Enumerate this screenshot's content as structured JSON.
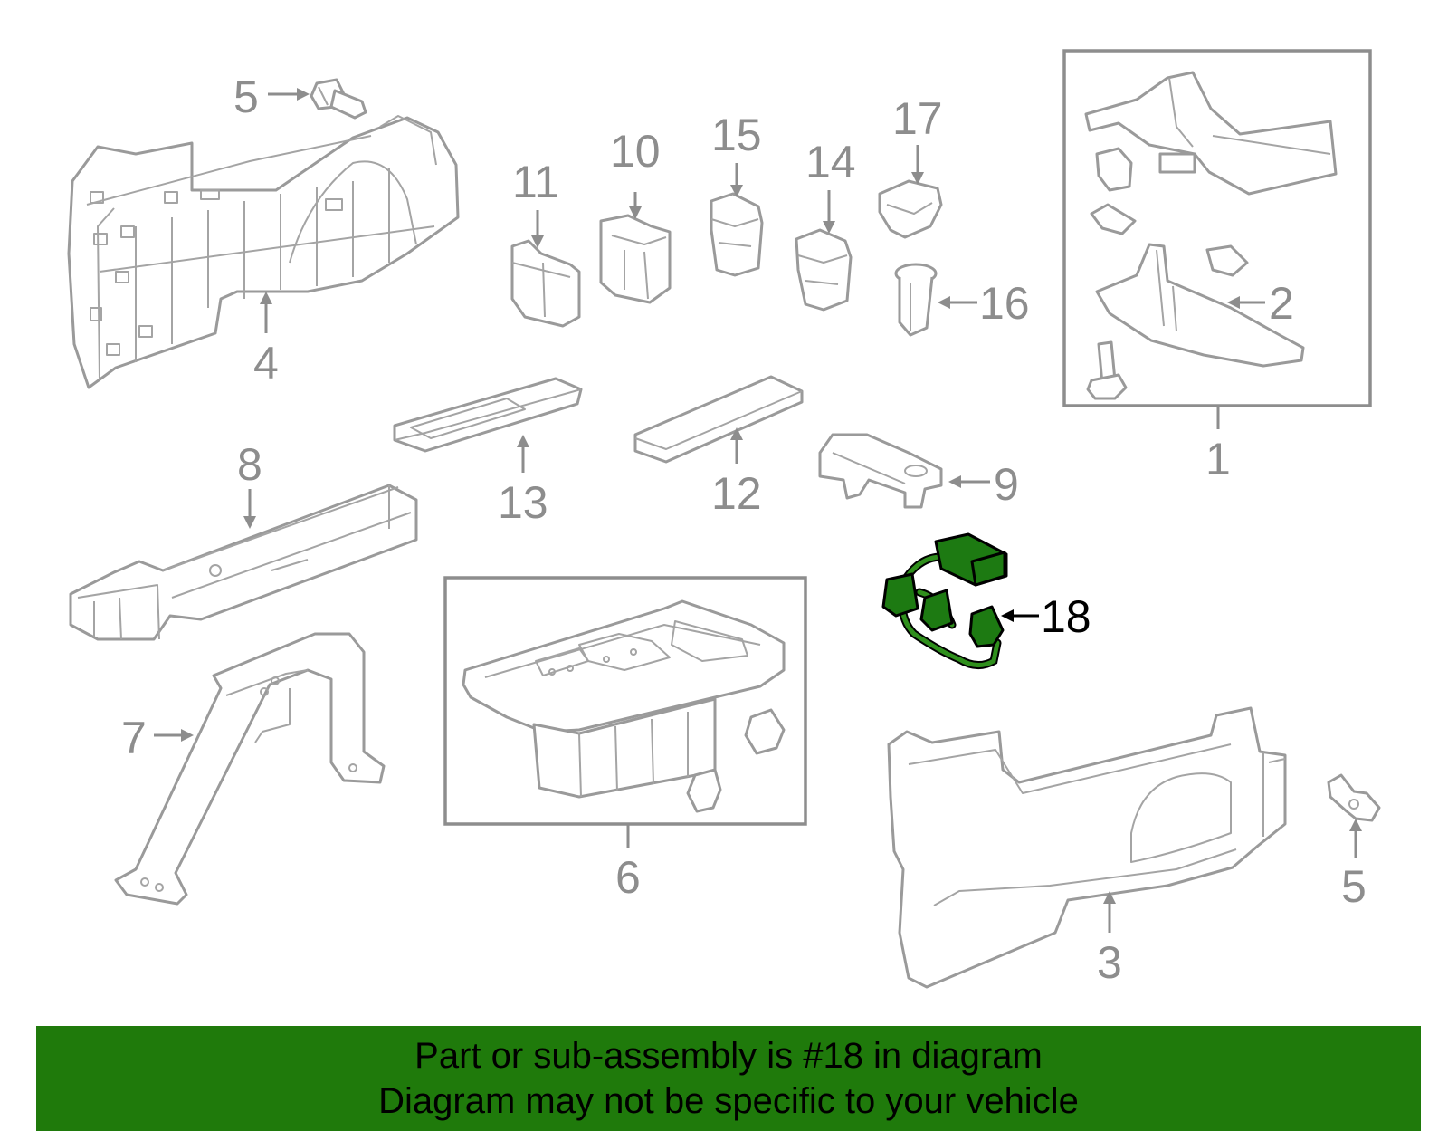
{
  "callouts": {
    "c1": "1",
    "c2": "2",
    "c3": "3",
    "c4": "4",
    "c5a": "5",
    "c5b": "5",
    "c6": "6",
    "c7": "7",
    "c8": "8",
    "c9": "9",
    "c10": "10",
    "c11": "11",
    "c12": "12",
    "c13": "13",
    "c14": "14",
    "c15": "15",
    "c16": "16",
    "c17": "17",
    "c18": "18"
  },
  "highlight": {
    "part_number": "18",
    "color": "#1f7a0b"
  },
  "banner": {
    "line1": "Part or sub-assembly is #18 in diagram",
    "line2": "Diagram may not be specific to your vehicle"
  }
}
